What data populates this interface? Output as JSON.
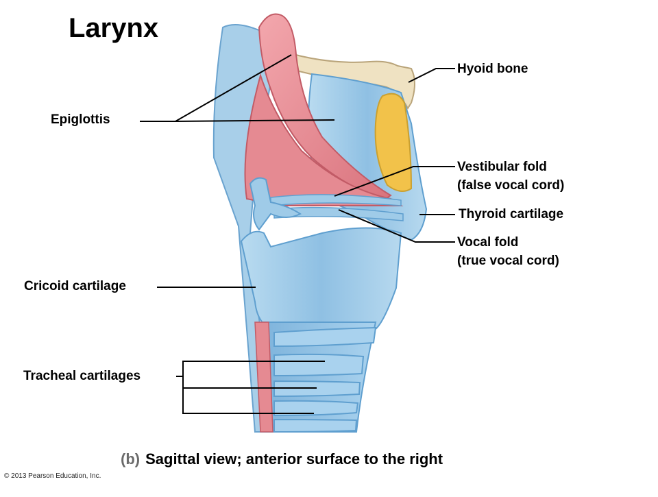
{
  "title": "Larynx",
  "labels": {
    "hyoid_bone": "Hyoid bone",
    "epiglottis": "Epiglottis",
    "vestibular_fold_1": "Vestibular fold",
    "vestibular_fold_2": "(false vocal cord)",
    "thyroid_cartilage": "Thyroid cartilage",
    "vocal_fold_1": "Vocal fold",
    "vocal_fold_2": "(true vocal cord)",
    "cricoid_cartilage": "Cricoid cartilage",
    "tracheal_cartilages": "Tracheal cartilages"
  },
  "caption": {
    "part": "(b)",
    "text": "Sagittal view; anterior surface to the right"
  },
  "copyright": "© 2013 Pearson Education, Inc.",
  "colors": {
    "cartilage": "#9fcbe8",
    "cartilage_dark": "#5f9fcf",
    "mucosa": "#e58a92",
    "bone": "#efe2c2",
    "fat": "#f2c24a",
    "line": "#000000"
  }
}
